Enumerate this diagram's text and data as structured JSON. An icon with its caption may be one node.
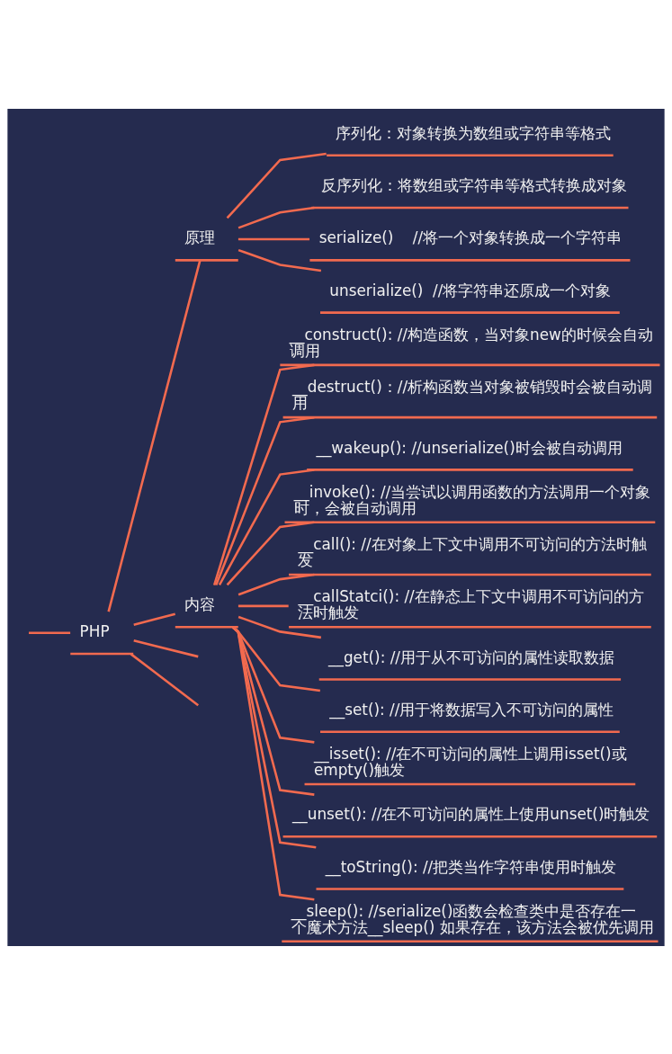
{
  "diagram": {
    "nodes": [
      {
        "text": [
          "PHP"
        ]
      },
      {
        "text": [
          "原理"
        ]
      },
      {
        "text": [
          "序列化：对象转换为数组或字符串等格式"
        ]
      },
      {
        "text": [
          "反序列化：将数组或字符串等格式转换成对象"
        ]
      },
      {
        "text": [
          "serialize()    //将一个对象转换成一个字符串"
        ]
      },
      {
        "text": [
          "unserialize()  //将字符串还原成一个对象"
        ]
      },
      {
        "text": [
          "内容"
        ]
      },
      {
        "text": [
          "__construct(): //构造函数，当对象new的时候会自动调用"
        ]
      },
      {
        "text": [
          "__destruct()：//析构函数当对象被销毁时会被自动调用"
        ]
      },
      {
        "text": [
          "__wakeup(): //unserialize()时会被自动调用"
        ]
      },
      {
        "text": [
          "__invoke(): //当尝试以调用函数的方法调用一个对象时，会被自动调用"
        ]
      },
      {
        "text": [
          "__call(): //在对象上下文中调用不可访问的方法时触发"
        ]
      },
      {
        "text": [
          "__callStatci(): //在静态上下文中调用不可访问的方法时触发"
        ]
      },
      {
        "text": [
          "__get(): //用于从不可访问的属性读取数据"
        ]
      },
      {
        "text": [
          "__set(): //用于将数据写入不可访问的属性"
        ]
      },
      {
        "text": [
          "__isset(): //在不可访问的属性上调用isset()或empty()触发"
        ]
      },
      {
        "text": [
          "__unset(): //在不可访问的属性上使用unset()时触发"
        ]
      },
      {
        "text": [
          "__toString(): //把类当作字符串使用时触发"
        ]
      },
      {
        "text": [
          "__sleep(): //serialize()函数会检查类中是否存在一个魔术方法__sleep() 如果存在，该方法会被优先调用"
        ]
      }
    ],
    "edges": [
      {
        "from": null,
        "to": 0,
        "arrow": "none"
      },
      {
        "from": 0,
        "to": 1,
        "arrow": "none"
      },
      {
        "from": 0,
        "to": 6,
        "arrow": "none"
      },
      {
        "from": 0,
        "to": null,
        "arrow": "none"
      },
      {
        "from": 0,
        "to": null,
        "arrow": "none"
      },
      {
        "from": 1,
        "to": 2,
        "arrow": "none"
      },
      {
        "from": 1,
        "to": 3,
        "arrow": "none"
      },
      {
        "from": 1,
        "to": 4,
        "arrow": "none"
      },
      {
        "from": 1,
        "to": 5,
        "arrow": "none"
      },
      {
        "from": 6,
        "to": 7,
        "arrow": "none"
      },
      {
        "from": 6,
        "to": 8,
        "arrow": "none"
      },
      {
        "from": 6,
        "to": 9,
        "arrow": "none"
      },
      {
        "from": 6,
        "to": 10,
        "arrow": "none"
      },
      {
        "from": 6,
        "to": 11,
        "arrow": "none"
      },
      {
        "from": 6,
        "to": 12,
        "arrow": "none"
      },
      {
        "from": 6,
        "to": 13,
        "arrow": "none"
      },
      {
        "from": 6,
        "to": 14,
        "arrow": "none"
      },
      {
        "from": 6,
        "to": 15,
        "arrow": "none"
      },
      {
        "from": 6,
        "to": 16,
        "arrow": "none"
      },
      {
        "from": 6,
        "to": 17,
        "arrow": "none"
      },
      {
        "from": 6,
        "to": 18,
        "arrow": "none"
      }
    ]
  }
}
